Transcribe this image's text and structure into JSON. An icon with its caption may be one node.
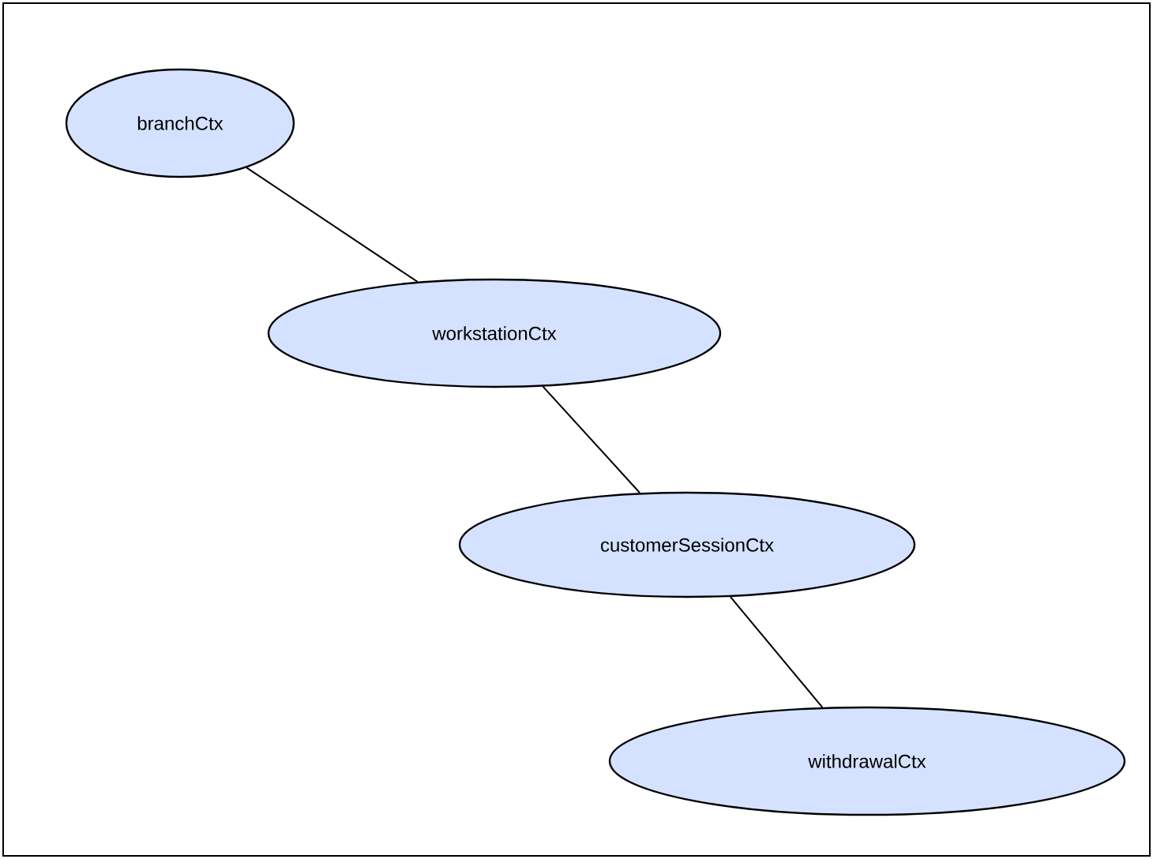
{
  "diagram": {
    "nodes": [
      {
        "text": [
          "branchCtx"
        ]
      },
      {
        "text": [
          "workstationCtx"
        ]
      },
      {
        "text": [
          "customerSessionCtx"
        ]
      },
      {
        "text": [
          "withdrawalCtx"
        ]
      }
    ],
    "edges": [
      {
        "from": 0,
        "to": 1,
        "arrow": "none"
      },
      {
        "from": 1,
        "to": 2,
        "arrow": "none"
      },
      {
        "from": 2,
        "to": 3,
        "arrow": "none"
      }
    ]
  }
}
